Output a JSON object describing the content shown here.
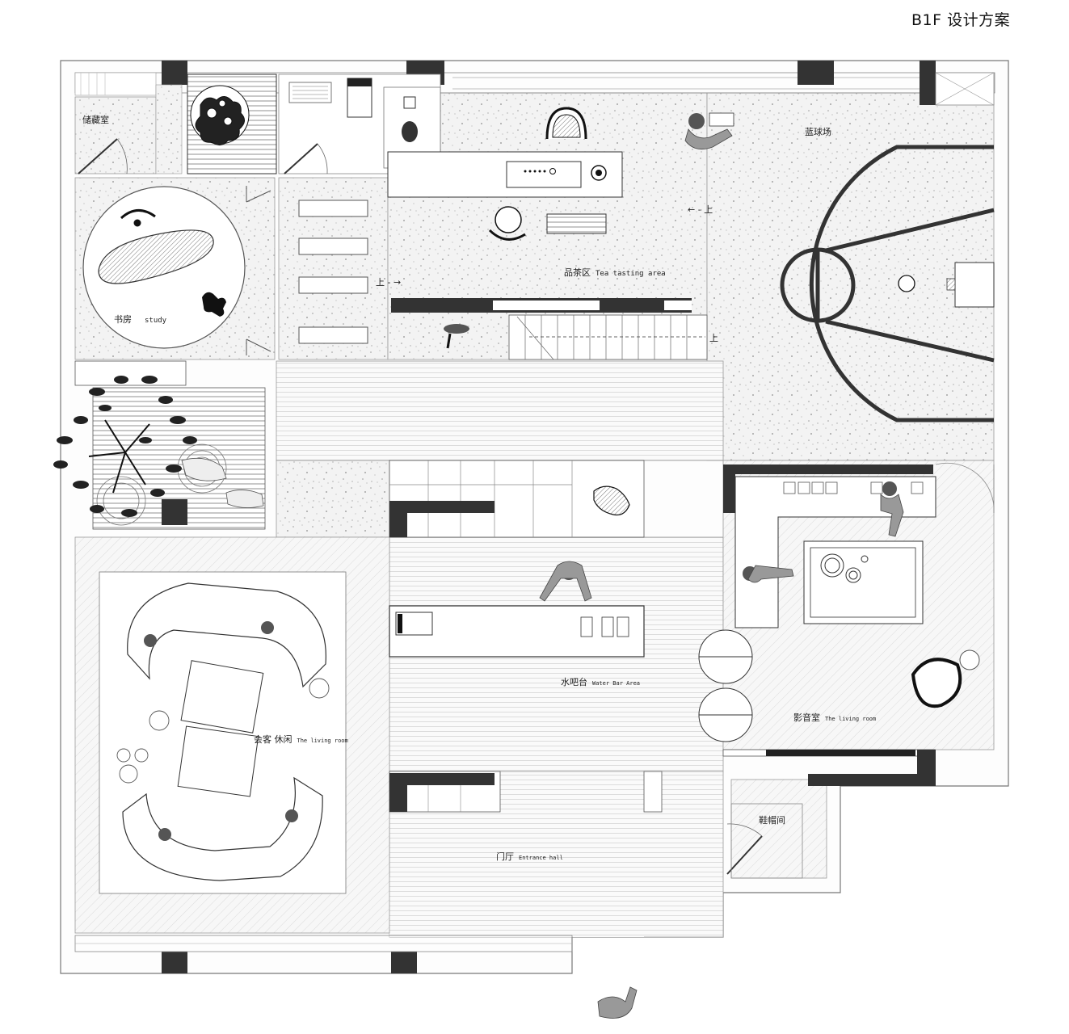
{
  "title": "B1F 设计方案",
  "rooms": {
    "storage": {
      "cn": "储藏室"
    },
    "study": {
      "cn": "书房",
      "en": "study"
    },
    "tea": {
      "cn": "品茶区",
      "en": "Tea tasting area"
    },
    "basketball": {
      "cn": "蓝球场"
    },
    "water_bar": {
      "cn": "水吧台",
      "en": "Water Bar Area"
    },
    "living": {
      "cn": "会客 休闲",
      "en": "The living room"
    },
    "theater": {
      "cn": "影音室",
      "en": "The living room"
    },
    "shoe": {
      "cn": "鞋帽间"
    },
    "entrance": {
      "cn": "门厅",
      "en": "Entrance hall"
    }
  },
  "stair_labels": {
    "up": "上",
    "up_left": "← - 上",
    "up_right": "上 - →",
    "up_dash": "- - - - 上"
  }
}
